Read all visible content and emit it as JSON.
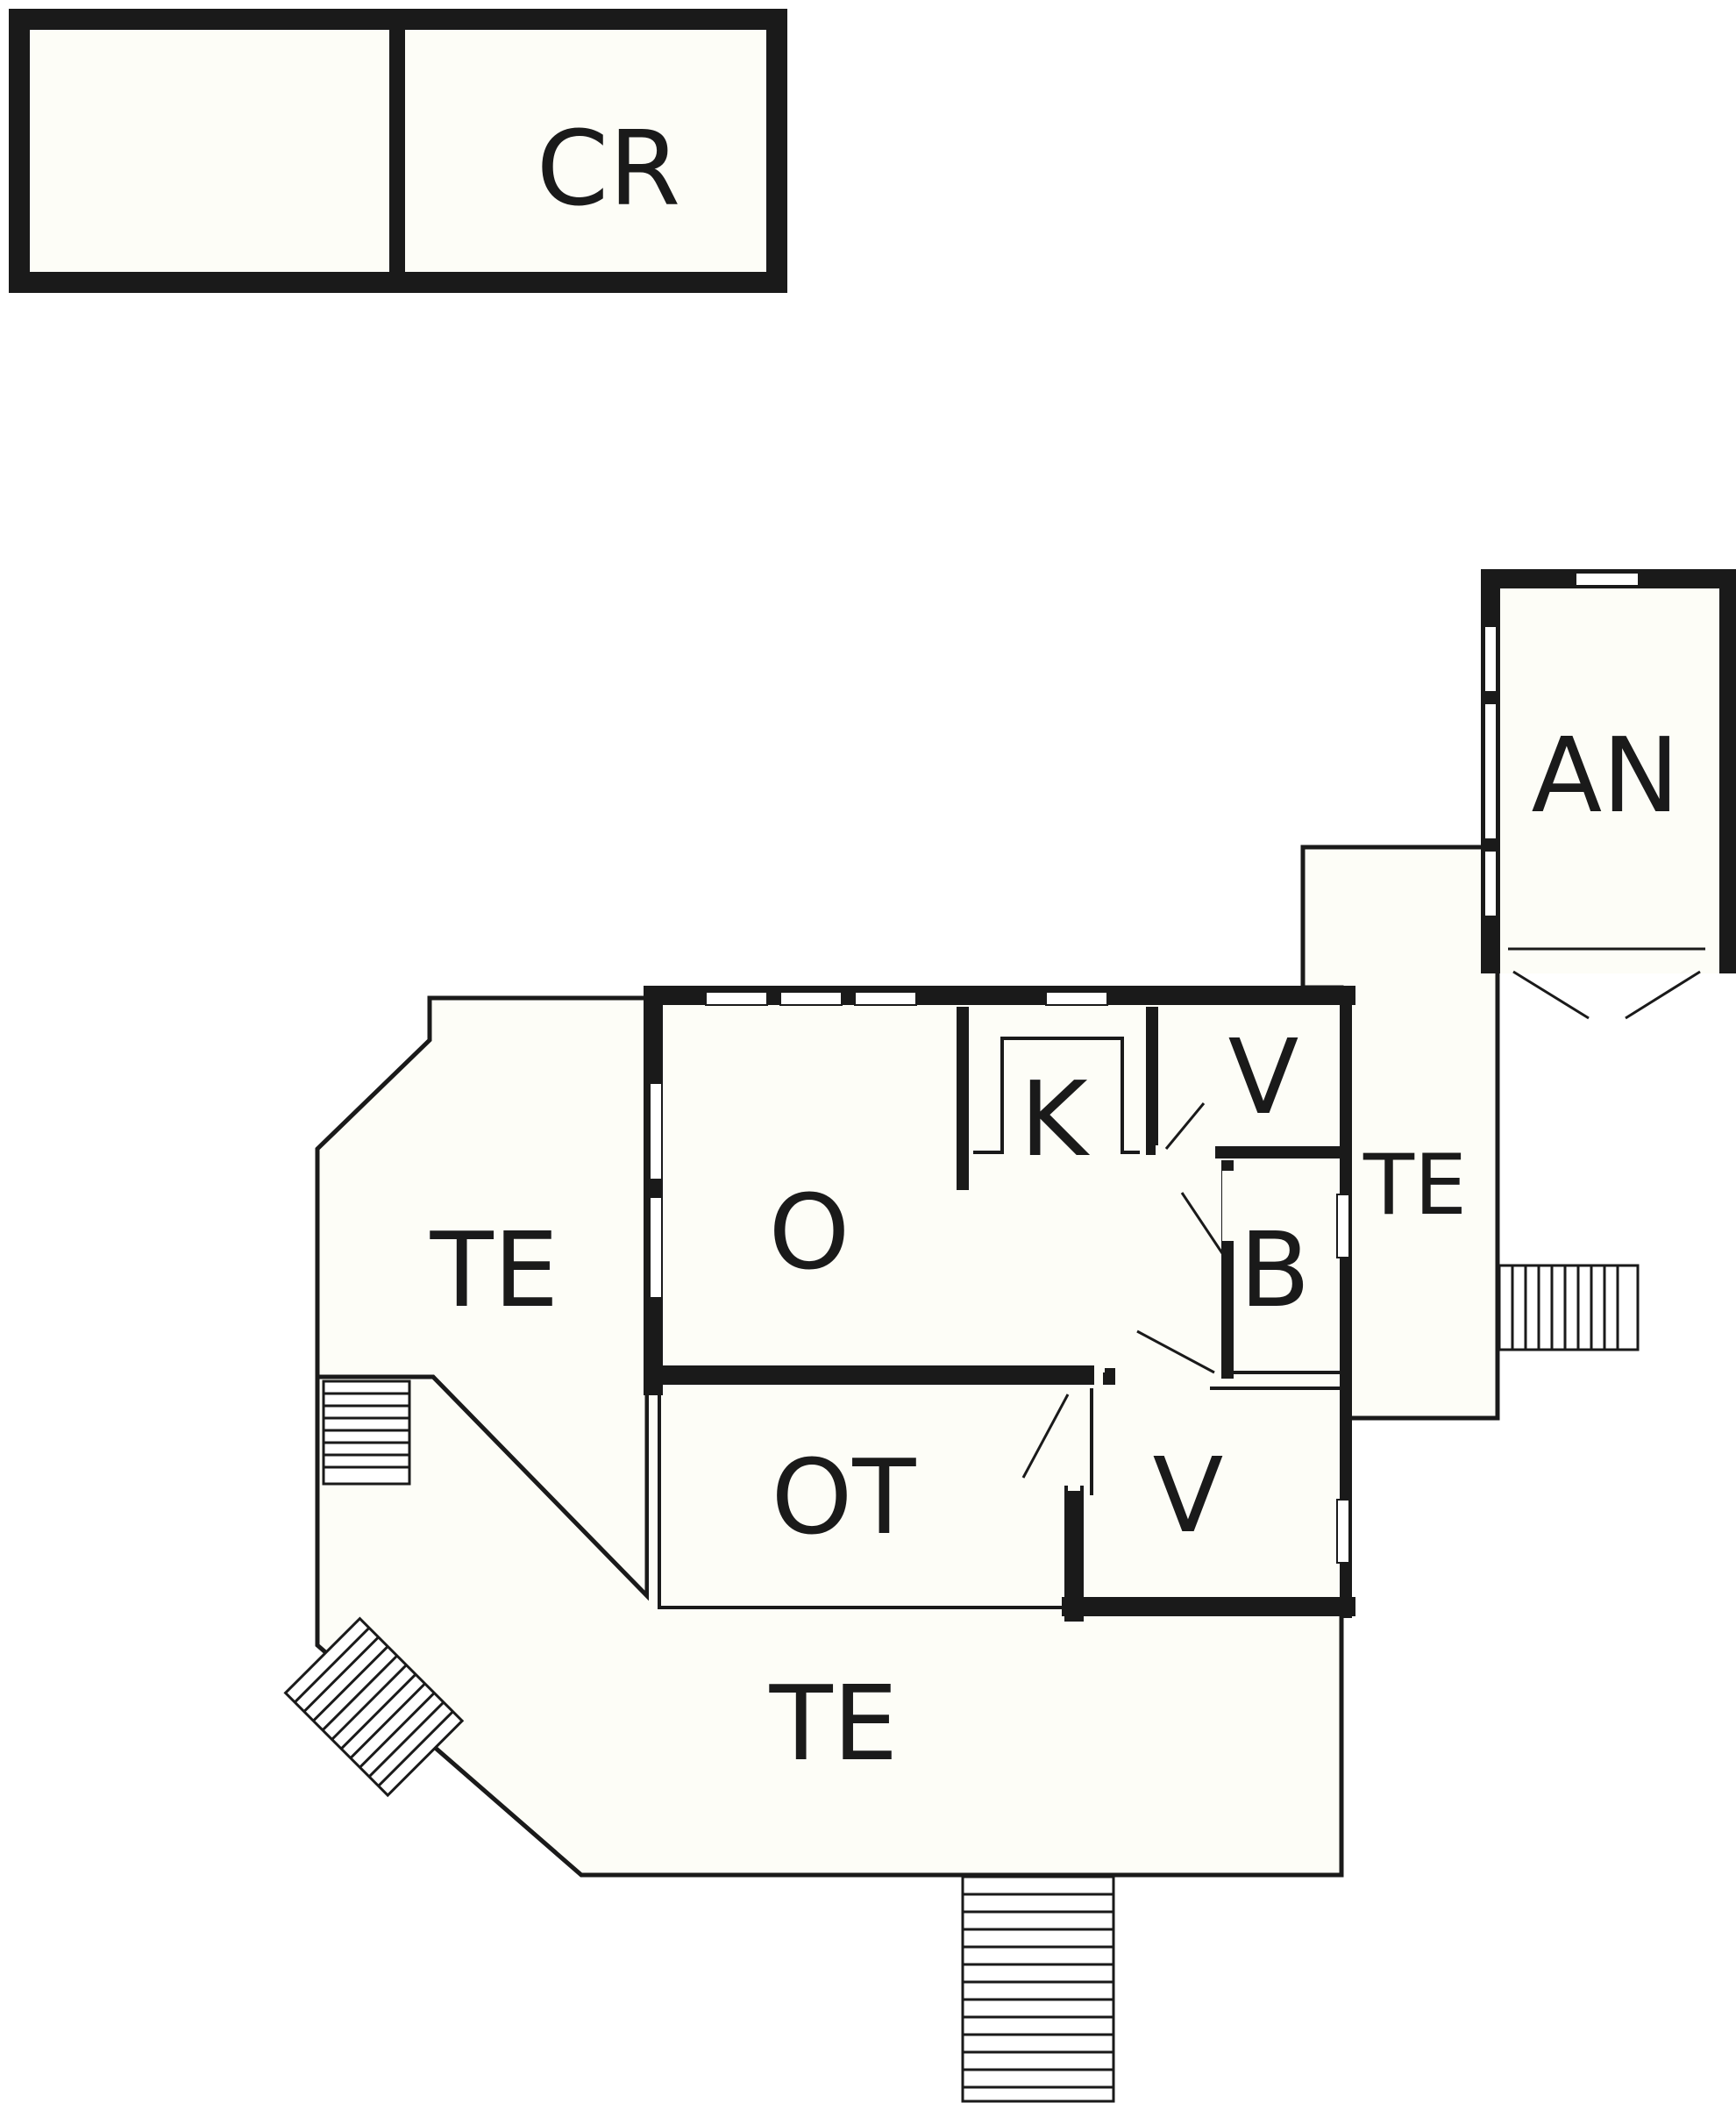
{
  "colors": {
    "wall": "#1a1a1a",
    "floor": "#fdfdf7",
    "background": "#ffffff"
  },
  "rooms": {
    "cr": "CR",
    "an": "AN",
    "te_right": "TE",
    "v_top": "V",
    "k": "K",
    "o": "O",
    "te_left": "TE",
    "b": "B",
    "ot": "OT",
    "v_bottom": "V",
    "te_bottom": "TE"
  }
}
